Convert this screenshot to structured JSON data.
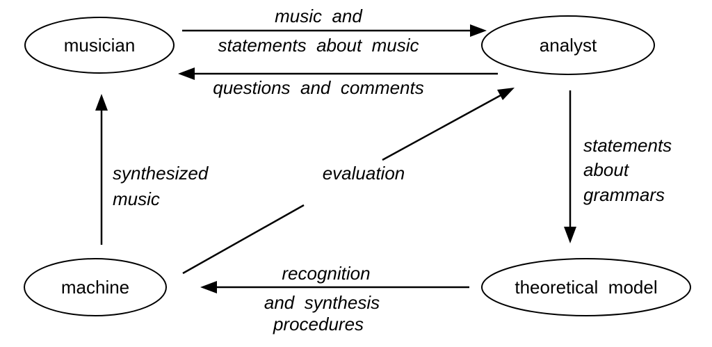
{
  "nodes": {
    "musician": "musician",
    "analyst": "analyst",
    "machine": "machine",
    "theoretical_model": "theoretical  model"
  },
  "edges": {
    "musician_to_analyst": [
      "music  and",
      "statements  about  music"
    ],
    "analyst_to_musician": [
      "questions  and  comments"
    ],
    "analyst_to_model": [
      "statements",
      "about",
      "grammars"
    ],
    "model_to_machine": [
      "recognition",
      "and  synthesis",
      "procedures"
    ],
    "machine_to_musician": [
      "synthesized",
      "music"
    ],
    "machine_to_analyst": [
      "evaluation"
    ]
  }
}
